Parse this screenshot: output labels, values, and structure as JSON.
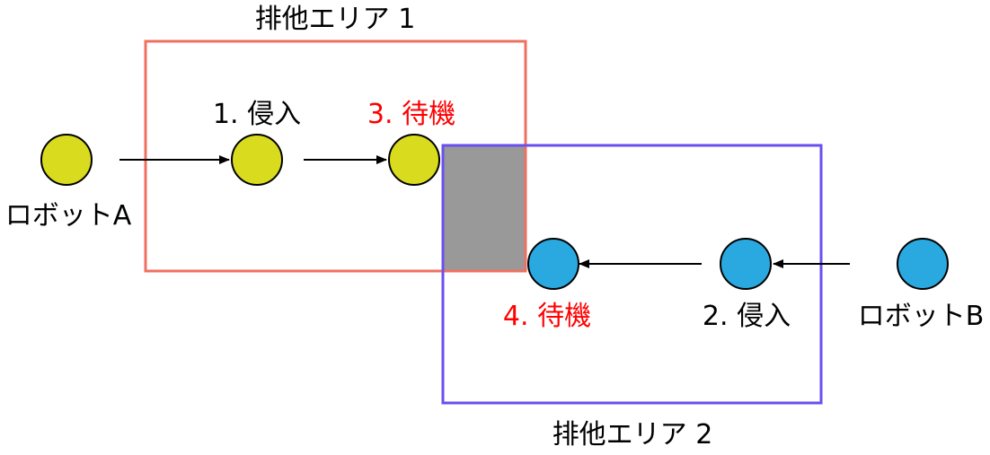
{
  "zones": {
    "area1": {
      "label": "排他エリア 1",
      "color": "#f07060"
    },
    "area2": {
      "label": "排他エリア 2",
      "color": "#6a4ff0"
    },
    "overlap": {
      "color": "#999999"
    }
  },
  "robots": {
    "a": {
      "name": "ロボットA",
      "color": "#d9dc1e",
      "steps": [
        {
          "label": "1. 侵入",
          "state": "enter"
        },
        {
          "label": "3. 待機",
          "state": "wait"
        }
      ]
    },
    "b": {
      "name": "ロボットB",
      "color": "#2aa9e0",
      "steps": [
        {
          "label": "2. 侵入",
          "state": "enter"
        },
        {
          "label": "4. 待機",
          "state": "wait"
        }
      ]
    }
  },
  "colors": {
    "wait_label": "#ff0000",
    "normal_label": "#000000",
    "arrow": "#000000"
  }
}
